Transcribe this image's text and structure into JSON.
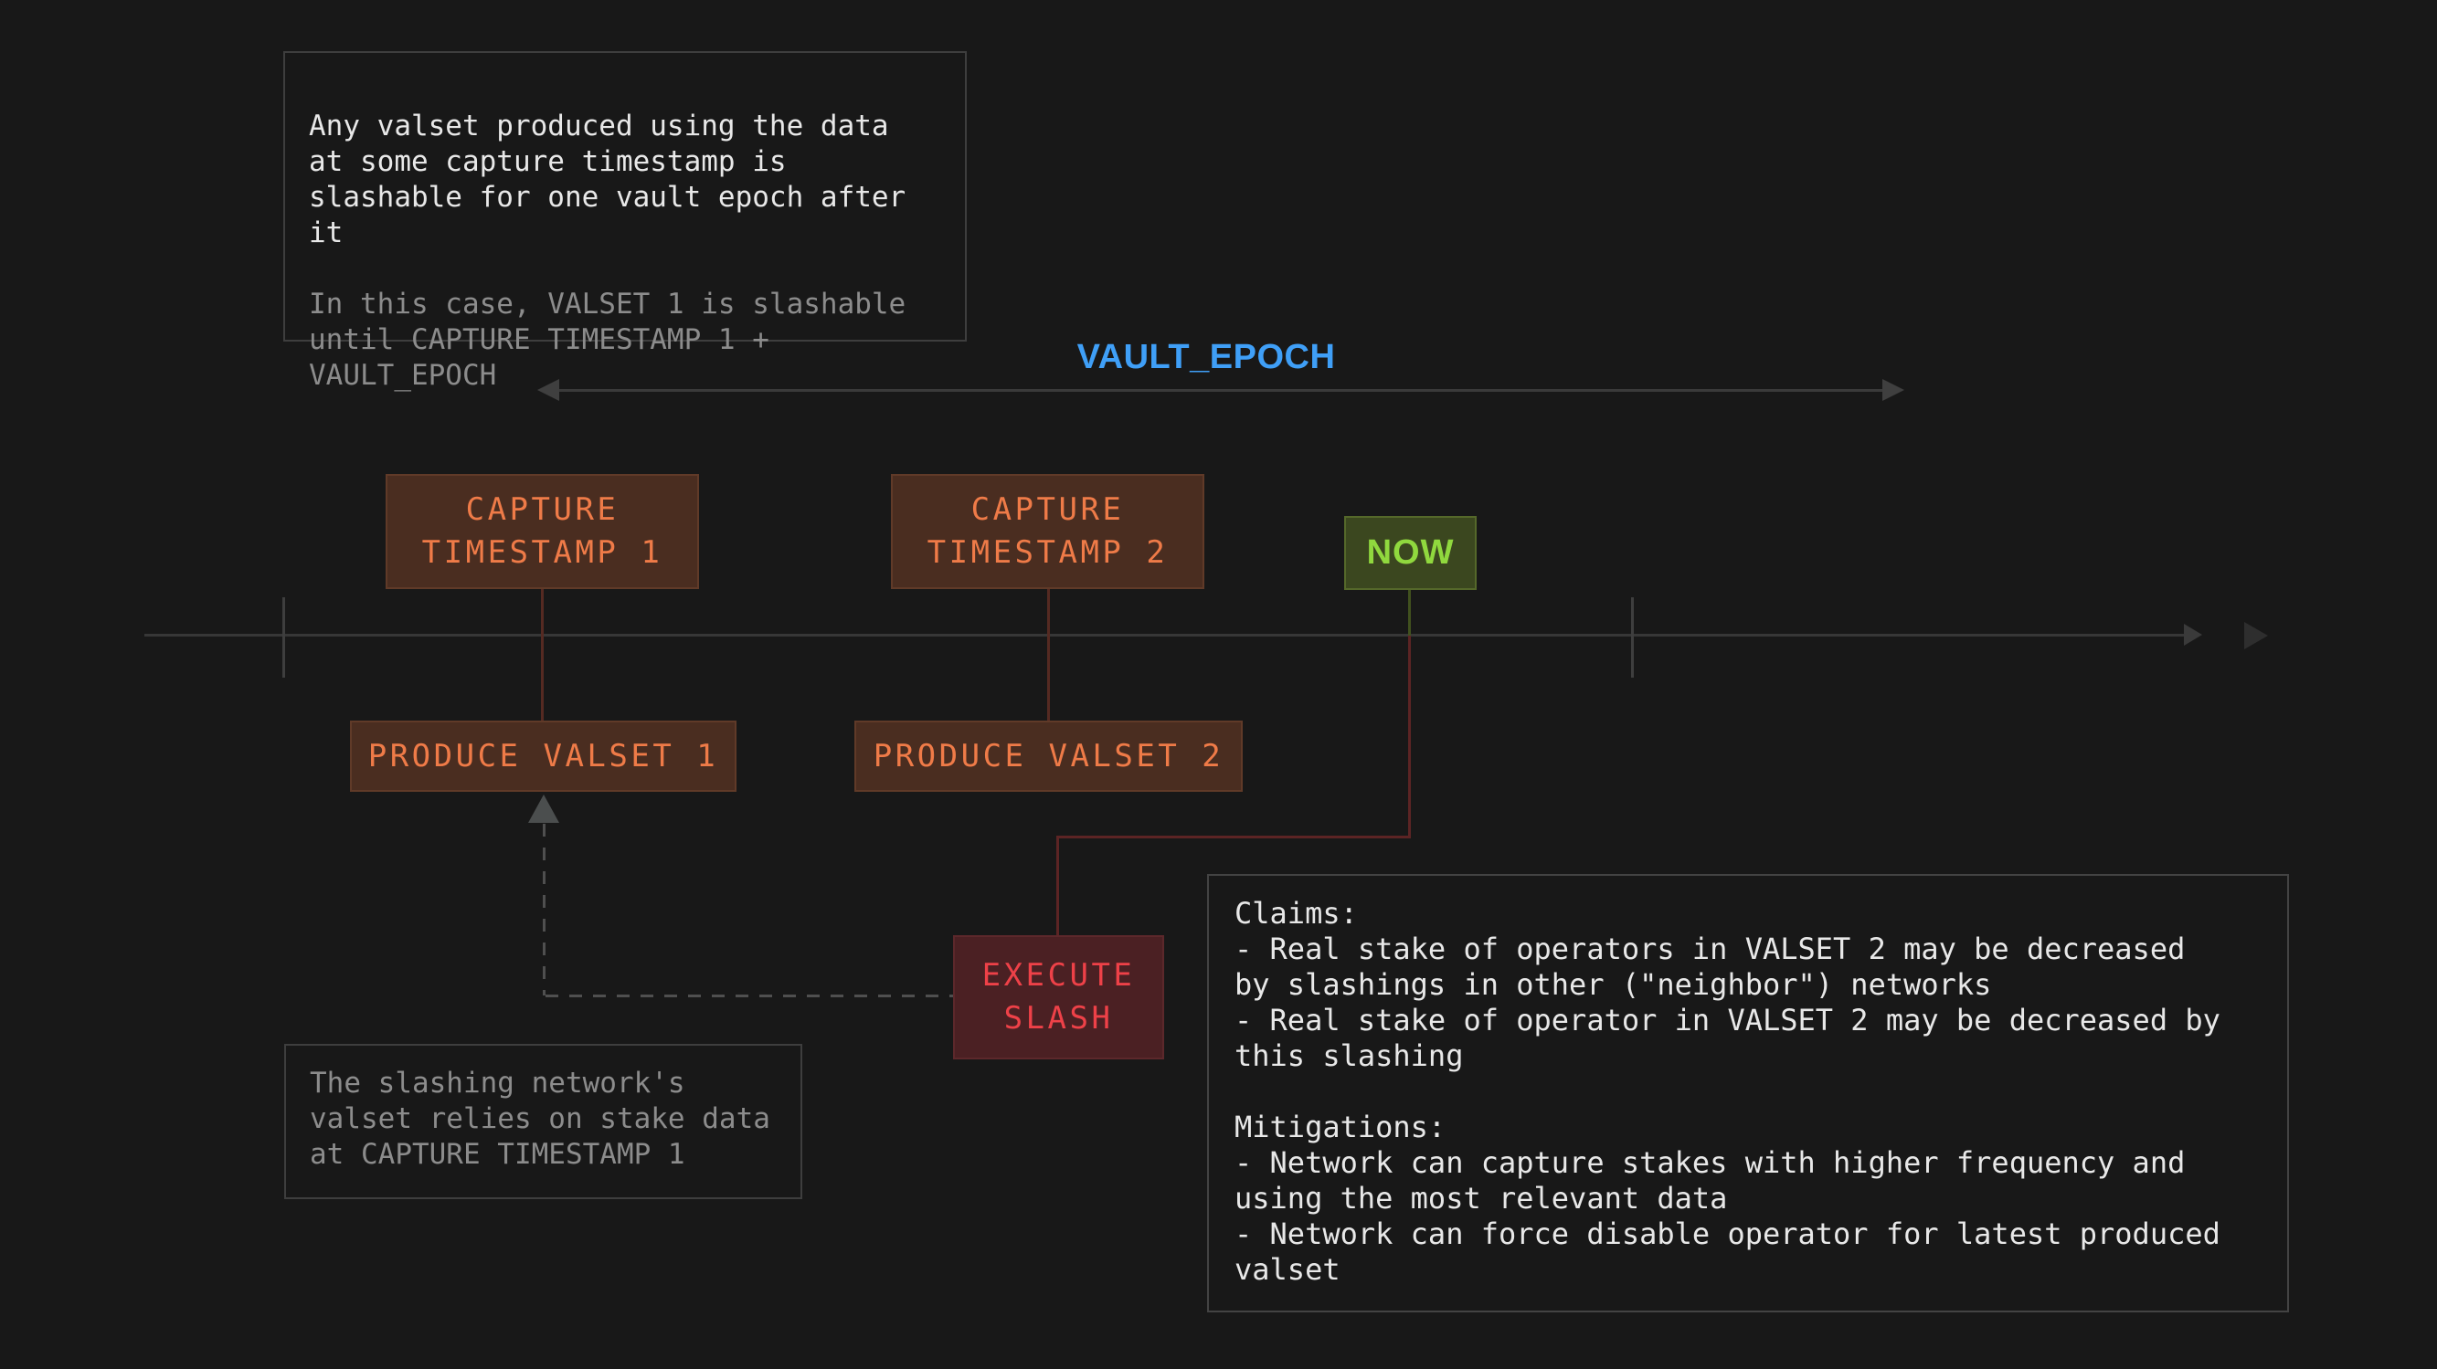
{
  "notes": {
    "slashable_rule": {
      "primary": "Any valset produced using the data\nat some capture timestamp is\nslashable for one vault epoch after\nit",
      "secondary": "In this case, VALSET 1 is slashable\nuntil CAPTURE TIMESTAMP 1 +\nVAULT_EPOCH"
    },
    "stake_data": "The slashing network's\nvalset relies on stake data\nat CAPTURE TIMESTAMP 1",
    "claims_mitigations": "Claims:\n- Real stake of operators in VALSET 2 may be decreased\nby slashings in other (\"neighbor\") networks\n- Real stake of operator in VALSET 2 may be decreased by\nthis slashing\n\nMitigations:\n- Network can capture stakes with higher frequency and\nusing the most relevant data\n- Network can force disable operator for latest produced\nvalset"
  },
  "labels": {
    "vault_epoch": "VAULT_EPOCH"
  },
  "nodes": {
    "capture_timestamp_1": "CAPTURE\nTIMESTAMP 1",
    "capture_timestamp_2": "CAPTURE\nTIMESTAMP 2",
    "now": "NOW",
    "produce_valset_1": "PRODUCE VALSET 1",
    "produce_valset_2": "PRODUCE VALSET 2",
    "execute_slash": "EXECUTE\nSLASH"
  },
  "icons": {
    "epoch_arrow_left": "left-triangle",
    "epoch_arrow_right": "right-triangle",
    "timeline_arrow": "right-triangle",
    "play_marker": "right-triangle",
    "dashed_arrow_up": "up-triangle"
  },
  "colors": {
    "background": "#181818",
    "accent_blue": "#3f9ff7",
    "box_brown_bg": "#4a2d20",
    "box_brown_border": "#603a28",
    "box_brown_text": "#ef7b48",
    "now_bg": "#3b471f",
    "now_border": "#55682a",
    "now_text": "#90d83e",
    "slash_bg": "#4b2023",
    "slash_text": "#ee4148",
    "note_border": "#3e3e3e",
    "note_text_primary": "#e8e8e8",
    "note_text_muted": "#8c8c8c",
    "line_gray": "#3a3a3a",
    "connector_brown": "#552a22",
    "connector_red": "#5c2424",
    "connector_green": "#41511e",
    "dashed_gray": "#4f4f4f"
  }
}
